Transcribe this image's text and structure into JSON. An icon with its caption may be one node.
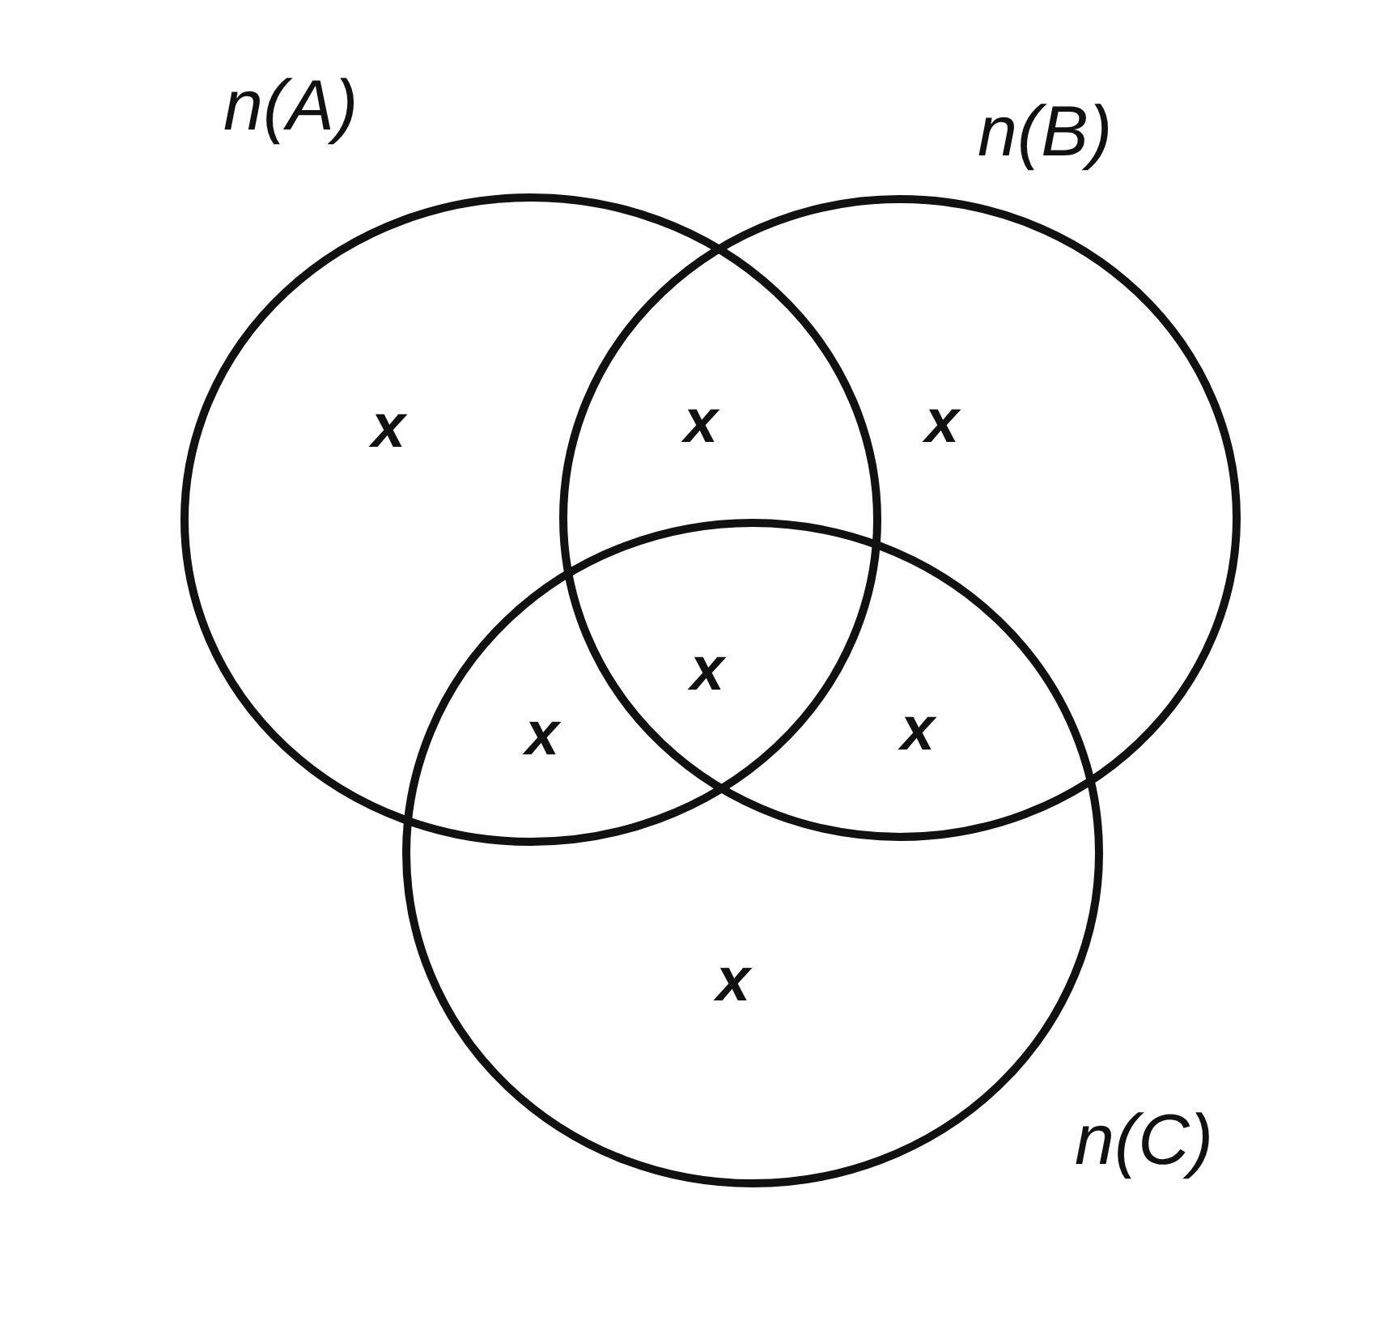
{
  "diagram": {
    "nodes": [
      {
        "text": [
          "n(A)"
        ]
      },
      {
        "text": [
          "n(B)"
        ]
      },
      {
        "text": [
          "n(C)"
        ]
      }
    ],
    "labels": [
      "x",
      "x",
      "x",
      "x",
      "x",
      "x",
      "x"
    ]
  }
}
